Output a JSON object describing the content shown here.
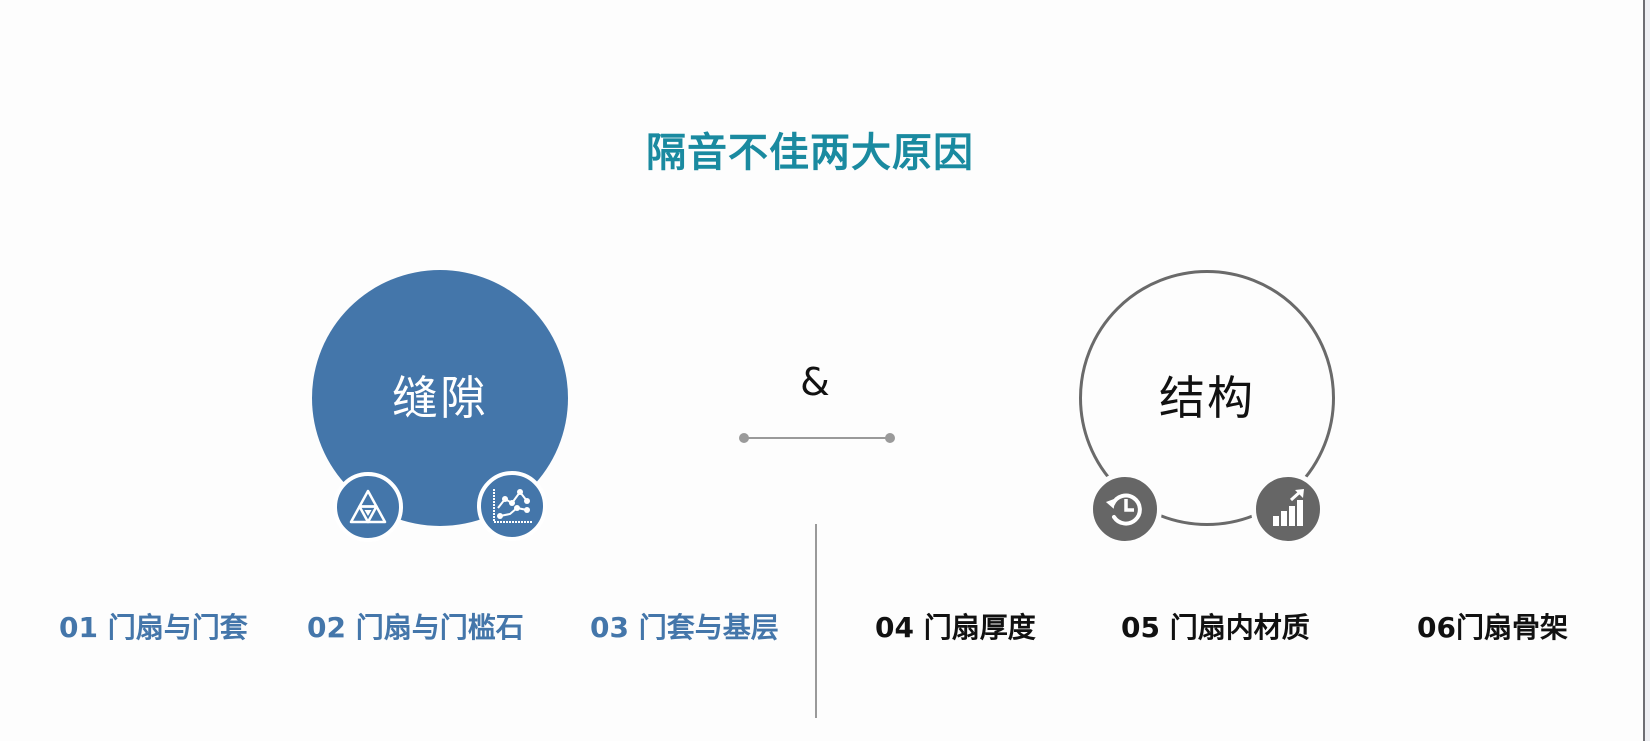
{
  "slide": {
    "title": "隔音不佳两大原因",
    "colors": {
      "title": "#1a8aa0",
      "gap_blue": "#4476aa",
      "structure_gray": "#666666",
      "divider": "#9a9a9a"
    },
    "connector": {
      "symbol": "&"
    },
    "causes": [
      {
        "name": "缝隙",
        "style": "filled-blue",
        "icons": [
          "triangle-pyramid-icon",
          "line-chart-icon"
        ],
        "items": [
          {
            "label": "01 门扇与门套"
          },
          {
            "label": "02 门扇与门槛石"
          },
          {
            "label": "03 门套与基层"
          }
        ]
      },
      {
        "name": "结构",
        "style": "outline-gray",
        "icons": [
          "history-clock-icon",
          "bar-chart-growth-icon"
        ],
        "items": [
          {
            "label": "04 门扇厚度"
          },
          {
            "label": "05 门扇内材质"
          },
          {
            "label": "06门扇骨架"
          }
        ]
      }
    ]
  }
}
